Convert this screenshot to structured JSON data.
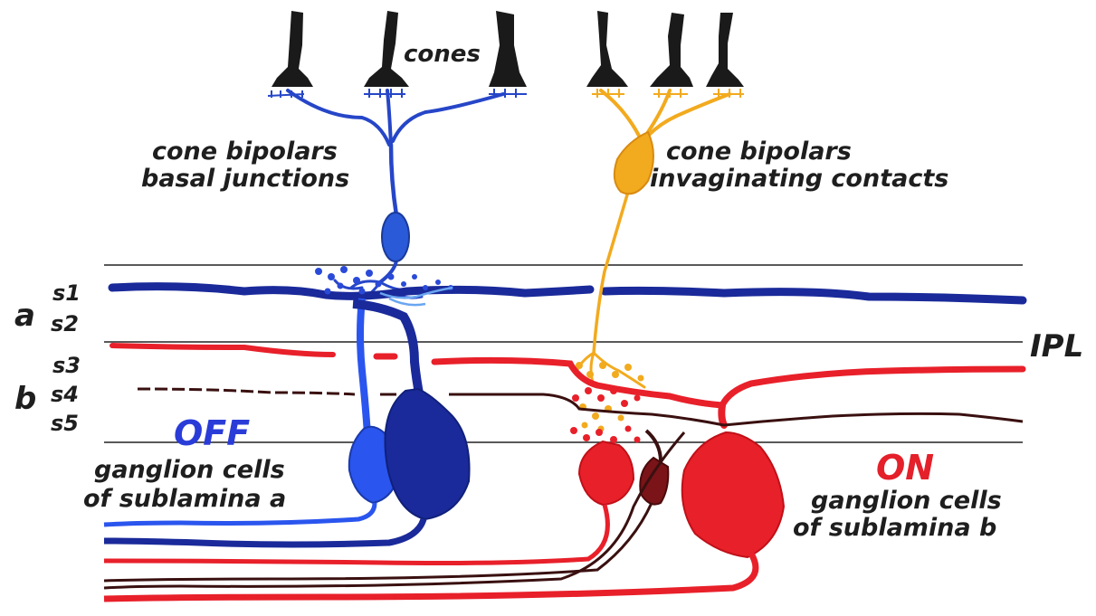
{
  "labels": {
    "cones": "cones",
    "off_bipolar_line1": "cone bipolars",
    "off_bipolar_line2": "basal junctions",
    "on_bipolar_line1": "cone bipolars",
    "on_bipolar_line2": "invaginating contacts",
    "sublamina_a": "a",
    "sublamina_b": "b",
    "s1": "s1",
    "s2": "s2",
    "s3": "s3",
    "s4": "s4",
    "s5": "s5",
    "ipl": "IPL",
    "off_title": "OFF",
    "off_line1": "ganglion cells",
    "off_line2": "of sublamina a",
    "on_title": "ON",
    "on_line1": "ganglion cells",
    "on_line2": "of sublamina b"
  },
  "colors": {
    "cone": "#1a1a1a",
    "off_bipolar": "#2646c8",
    "off_ganglion_light": "#2a55ee",
    "off_ganglion_dark": "#1a2a9a",
    "on_bipolar": "#f2aa1e",
    "on_ganglion": "#e8202a",
    "on_ganglion_dark": "#7a1418",
    "axon_dark": "#3a1010",
    "off_label": "#2a3cd8",
    "on_label": "#e4202a"
  }
}
